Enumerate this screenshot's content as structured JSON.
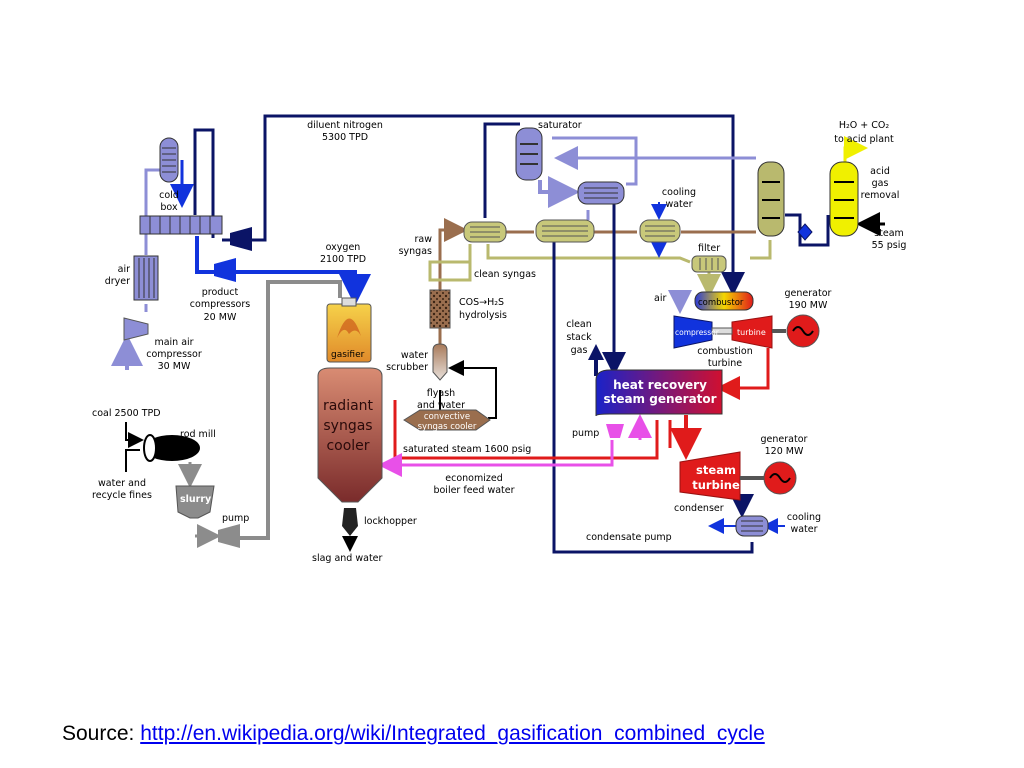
{
  "labels": {
    "cold_box": [
      "cold",
      "box"
    ],
    "air_dryer": [
      "air",
      "dryer"
    ],
    "main_air_compressor": [
      "main air",
      "compressor",
      "30 MW"
    ],
    "product_compressors": [
      "product",
      "compressors",
      "20 MW"
    ],
    "diluent_nitrogen": [
      "diluent nitrogen",
      "5300 TPD"
    ],
    "oxygen": [
      "oxygen",
      "2100 TPD"
    ],
    "coal": "coal 2500 TPD",
    "rod_mill": "rod mill",
    "water_recycle": [
      "water and",
      "recycle fines"
    ],
    "slurry": "slurry",
    "pump_slurry": "pump",
    "gasifier": "gasifier",
    "radiant_cooler": [
      "radiant",
      "syngas",
      "cooler"
    ],
    "lockhopper": "lockhopper",
    "slag": "slag and water",
    "water_scrubber": [
      "water",
      "scrubber"
    ],
    "flyash": [
      "flyash",
      "and water"
    ],
    "convective_cooler": [
      "convective",
      "syngas cooler"
    ],
    "raw_syngas": [
      "raw",
      "syngas"
    ],
    "cos_hydrolysis": [
      "COS→H₂S",
      "hydrolysis"
    ],
    "clean_syngas": "clean syngas",
    "saturator": "saturator",
    "cooling_water_top": [
      "cooling",
      "water"
    ],
    "h2o_co2": [
      "H₂O + CO₂",
      "to acid plant"
    ],
    "acid_gas_removal": [
      "acid",
      "gas",
      "removal"
    ],
    "steam_55": [
      "steam",
      "55 psig"
    ],
    "filter": "filter",
    "air": "air",
    "combustor": "combustor",
    "compressor": "compressor",
    "turbine": "turbine",
    "combustion_turbine": [
      "combustion",
      "turbine"
    ],
    "generator_190": [
      "generator",
      "190 MW"
    ],
    "clean_stack_gas": [
      "clean",
      "stack",
      "gas"
    ],
    "hrsg": [
      "heat recovery",
      "steam generator"
    ],
    "pump_hrsg": "pump",
    "saturated_steam": "saturated steam 1600 psig",
    "economized": [
      "economized",
      "boiler feed water"
    ],
    "steam_turbine": [
      "steam",
      "turbine"
    ],
    "generator_120": [
      "generator",
      "120 MW"
    ],
    "condenser": "condenser",
    "cooling_water_bottom": [
      "cooling",
      "water"
    ],
    "condensate_pump": "condensate pump"
  },
  "colors": {
    "navy": "#0b1466",
    "blue": "#1133dd",
    "lavender": "#8d8ed6",
    "grey": "#8c8c8c",
    "brown": "#9a6e4e",
    "olive": "#b9b96e",
    "red": "#e01b1b",
    "magenta": "#e850e8",
    "yellow": "#f0f000"
  },
  "source": {
    "prefix": "Source: ",
    "link": "http://en.wikipedia.org/wiki/Integrated_gasification_combined_cycle"
  }
}
